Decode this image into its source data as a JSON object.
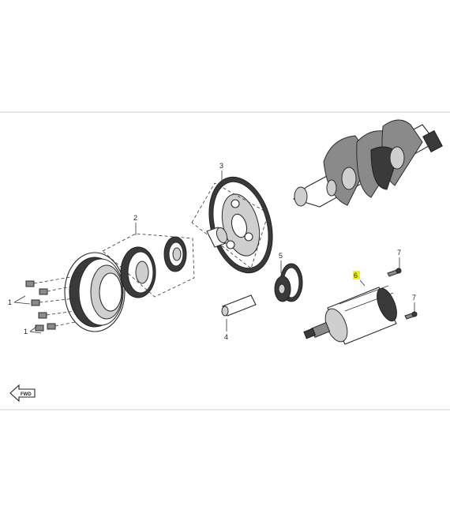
{
  "diagram": {
    "callouts": [
      {
        "id": "callout-1",
        "text": "1"
      },
      {
        "id": "callout-2",
        "text": "2"
      },
      {
        "id": "callout-3",
        "text": "3"
      },
      {
        "id": "callout-4",
        "text": "4"
      },
      {
        "id": "callout-5",
        "text": "5"
      },
      {
        "id": "callout-6",
        "text": "6",
        "highlighted": true
      },
      {
        "id": "callout-7a",
        "text": "7"
      },
      {
        "id": "callout-7b",
        "text": "7"
      }
    ],
    "direction_arrow": {
      "text": "FWD"
    },
    "highlight_color": "#f5f200"
  }
}
